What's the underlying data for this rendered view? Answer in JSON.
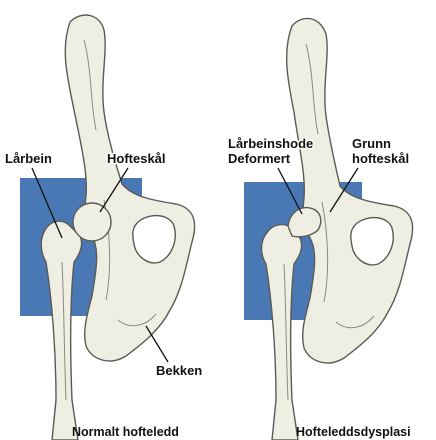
{
  "colors": {
    "backdrop": "#4a78b5",
    "bone": "#eeeee2",
    "outline": "#5b5b55"
  },
  "left": {
    "caption": "Normalt hofteledd",
    "labels": {
      "femur": "Lårbein",
      "socket": "Hofteskål",
      "pelvis": "Bekken"
    }
  },
  "right": {
    "caption": "Hofteleddsdysplasi",
    "labels": {
      "femur_head_line1": "Lårbeinshode",
      "femur_head_line2": "Deformert",
      "socket_line1": "Grunn",
      "socket_line2": "hofteskål"
    }
  }
}
